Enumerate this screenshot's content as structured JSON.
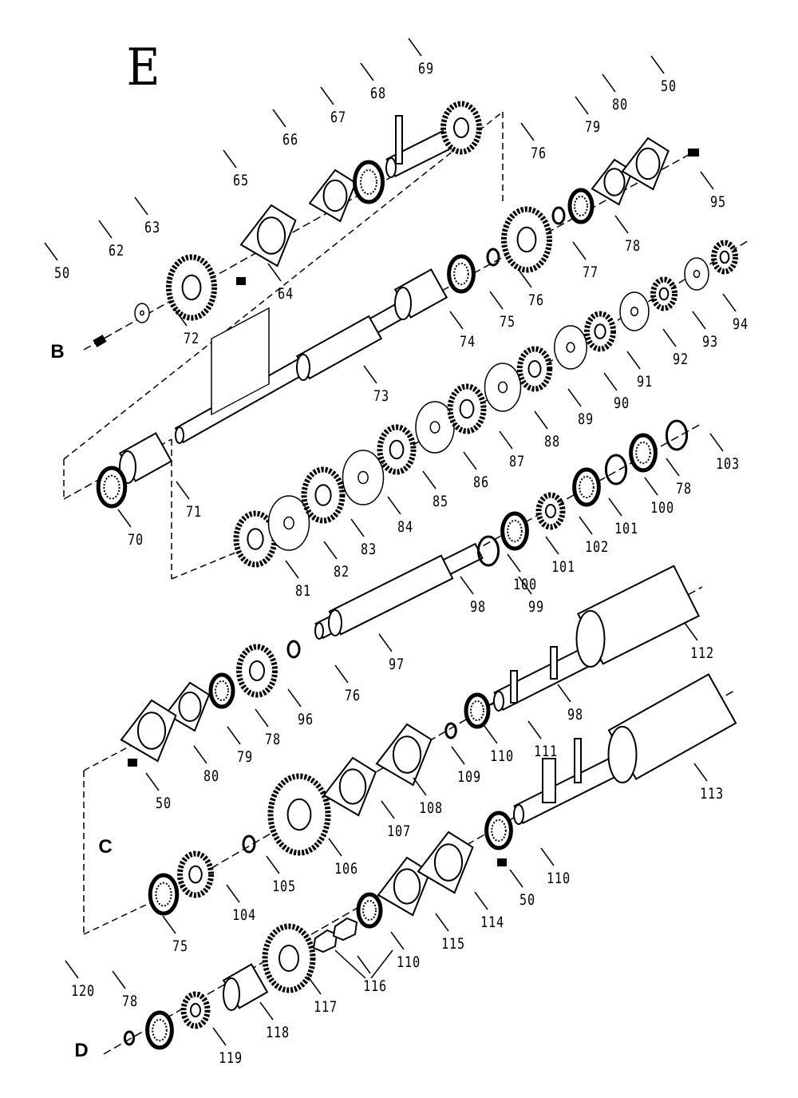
{
  "diagram": {
    "title": "E",
    "sections": [
      "B",
      "C",
      "D"
    ],
    "labels": [
      "50",
      "62",
      "63",
      "64",
      "65",
      "66",
      "67",
      "68",
      "69",
      "72",
      "73",
      "74",
      "75",
      "76",
      "77",
      "76",
      "78",
      "79",
      "80",
      "50",
      "95",
      "94",
      "93",
      "92",
      "91",
      "90",
      "89",
      "88",
      "87",
      "86",
      "85",
      "84",
      "83",
      "82",
      "81",
      "71",
      "70",
      "103",
      "78",
      "100",
      "101",
      "102",
      "101",
      "100",
      "97",
      "76",
      "98",
      "99",
      "112",
      "96",
      "78",
      "79",
      "80",
      "50",
      "110",
      "109",
      "108",
      "107",
      "111",
      "98",
      "113",
      "106",
      "105",
      "104",
      "75",
      "110",
      "50",
      "114",
      "115",
      "110",
      "116",
      "117",
      "118",
      "119",
      "120",
      "78"
    ]
  }
}
